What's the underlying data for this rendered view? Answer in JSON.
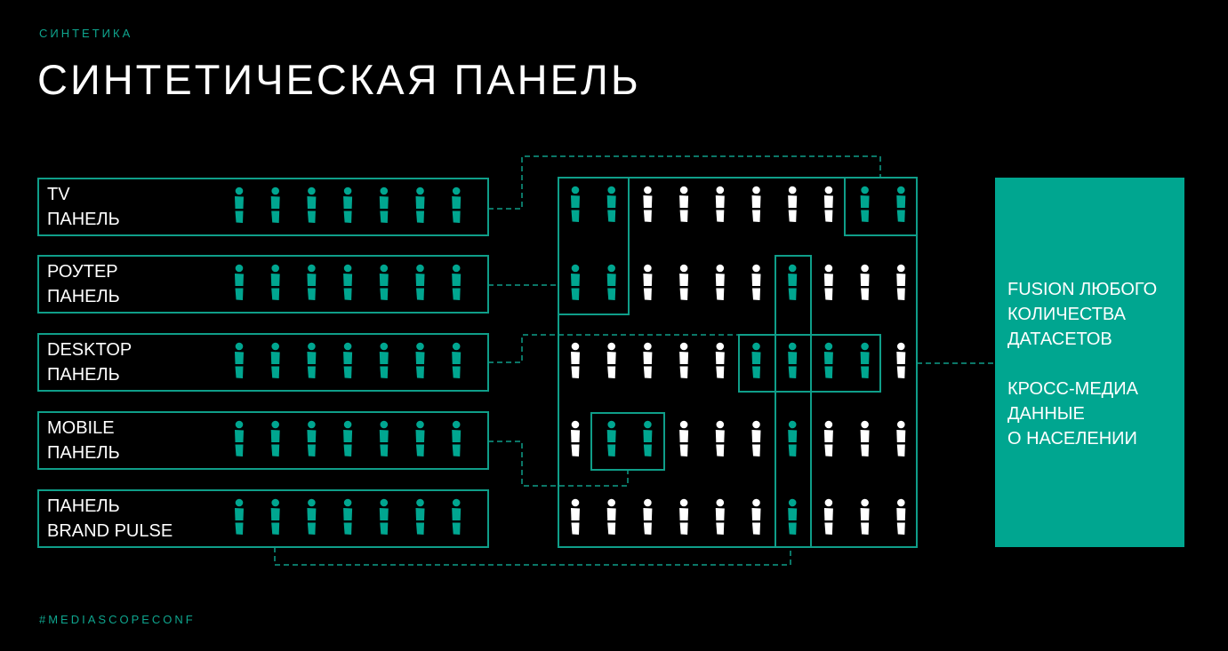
{
  "header": {
    "kicker": "СИНТЕТИКА",
    "title": "СИНТЕТИЧЕСКАЯ ПАНЕЛЬ"
  },
  "panels": [
    {
      "line1": "TV",
      "line2": "ПАНЕЛЬ"
    },
    {
      "line1": "РОУТЕР",
      "line2": "ПАНЕЛЬ"
    },
    {
      "line1": "DESKTOP",
      "line2": "ПАНЕЛЬ"
    },
    {
      "line1": "MOBILE",
      "line2": "ПАНЕЛЬ"
    },
    {
      "line1": "ПАНЕЛЬ",
      "line2": "BRAND PULSE"
    }
  ],
  "panel_icon_count": 7,
  "grid": {
    "rows": 5,
    "cols": 10,
    "highlighted": [
      [
        0,
        1,
        8,
        9
      ],
      [
        0,
        1,
        6
      ],
      [
        5,
        6,
        7,
        8
      ],
      [
        1,
        2,
        6
      ],
      [
        6
      ]
    ]
  },
  "result": {
    "block1": [
      "FUSION ЛЮБОГО",
      "КОЛИЧЕСТВА",
      "ДАТАСЕТОВ"
    ],
    "block2": [
      "КРОСС-МЕДИА",
      "ДАННЫЕ",
      "О НАСЕЛЕНИИ"
    ]
  },
  "footer": {
    "hashtag": "#MEDIASCOPECONF"
  },
  "colors": {
    "accent": "#00a690",
    "line": "#0f9e89",
    "background": "#000000",
    "person": "#ffffff"
  }
}
